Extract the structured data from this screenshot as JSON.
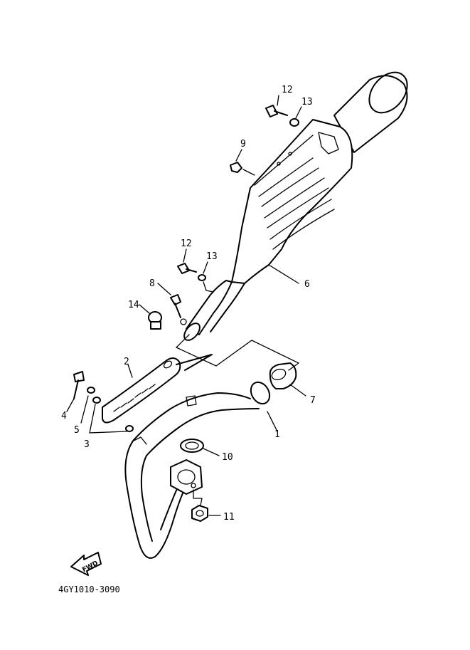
{
  "diagram": {
    "code": "4GY1010-3090",
    "fwd_label": "FWD",
    "callouts": [
      "12",
      "13",
      "9",
      "12",
      "13",
      "6",
      "8",
      "14",
      "2",
      "7",
      "4",
      "5",
      "3",
      "1",
      "10",
      "11"
    ]
  }
}
